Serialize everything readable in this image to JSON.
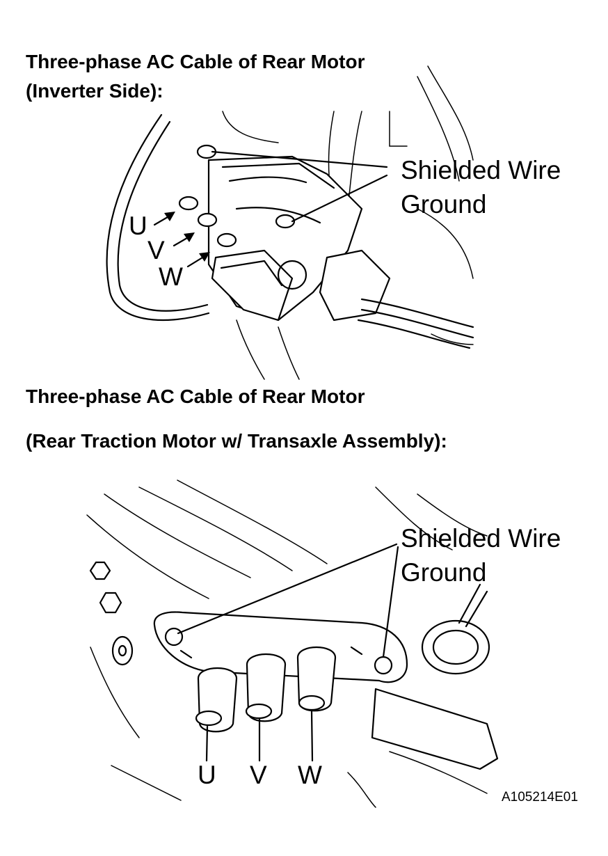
{
  "headings": {
    "top_line1": "Three-phase AC Cable of Rear Motor",
    "top_line2": "(Inverter Side):",
    "bottom_line1": "Three-phase AC Cable of Rear Motor",
    "bottom_line2": "(Rear Traction Motor w/ Transaxle Assembly):"
  },
  "top_figure": {
    "shield_label_line1": "Shielded Wire",
    "shield_label_line2": "Ground",
    "phase_u": "U",
    "phase_v": "V",
    "phase_w": "W"
  },
  "bottom_figure": {
    "shield_label_line1": "Shielded Wire",
    "shield_label_line2": "Ground",
    "phase_u": "U",
    "phase_v": "V",
    "phase_w": "W"
  },
  "figure_code": "A105214E01"
}
